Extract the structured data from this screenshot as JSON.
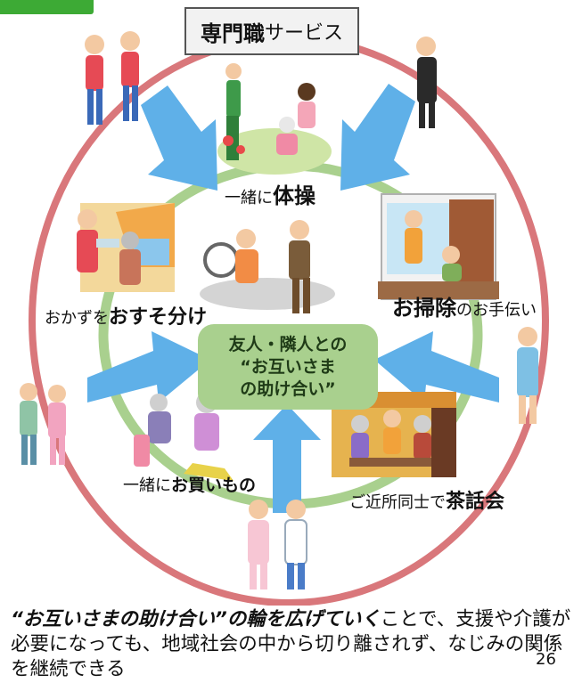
{
  "colors": {
    "outer_ring": "#d9777b",
    "inner_ring": "#a9d08e",
    "arrow": "#5fb0e8",
    "center_box": "#a9d08e",
    "corner_tab": "#3daa35"
  },
  "service_box": {
    "strong": "専門職",
    "rest": "サービス"
  },
  "center_box": {
    "line1": "友人・隣人との",
    "line2": "“お互いさま",
    "line3": "の助け合い”"
  },
  "labels": {
    "exercise": {
      "prefix": "一緒に",
      "strong": "体操"
    },
    "cleaning": {
      "strong": "お掃除",
      "suffix": "のお手伝い"
    },
    "share": {
      "prefix": "おかずを",
      "strong": "おすそ分け"
    },
    "shopping": {
      "prefix": "一緒に",
      "strong": "お買いもの"
    },
    "tea": {
      "prefix": "ご近所同士で",
      "strong": "茶話会"
    }
  },
  "caption": {
    "em": "“お互いさまの助け合い”の輪を広げていく",
    "rest": "ことで、支援や介護が必要になっても、地域社会の中から切り離されず、なじみの関係を継続できる"
  },
  "page_number": "26"
}
